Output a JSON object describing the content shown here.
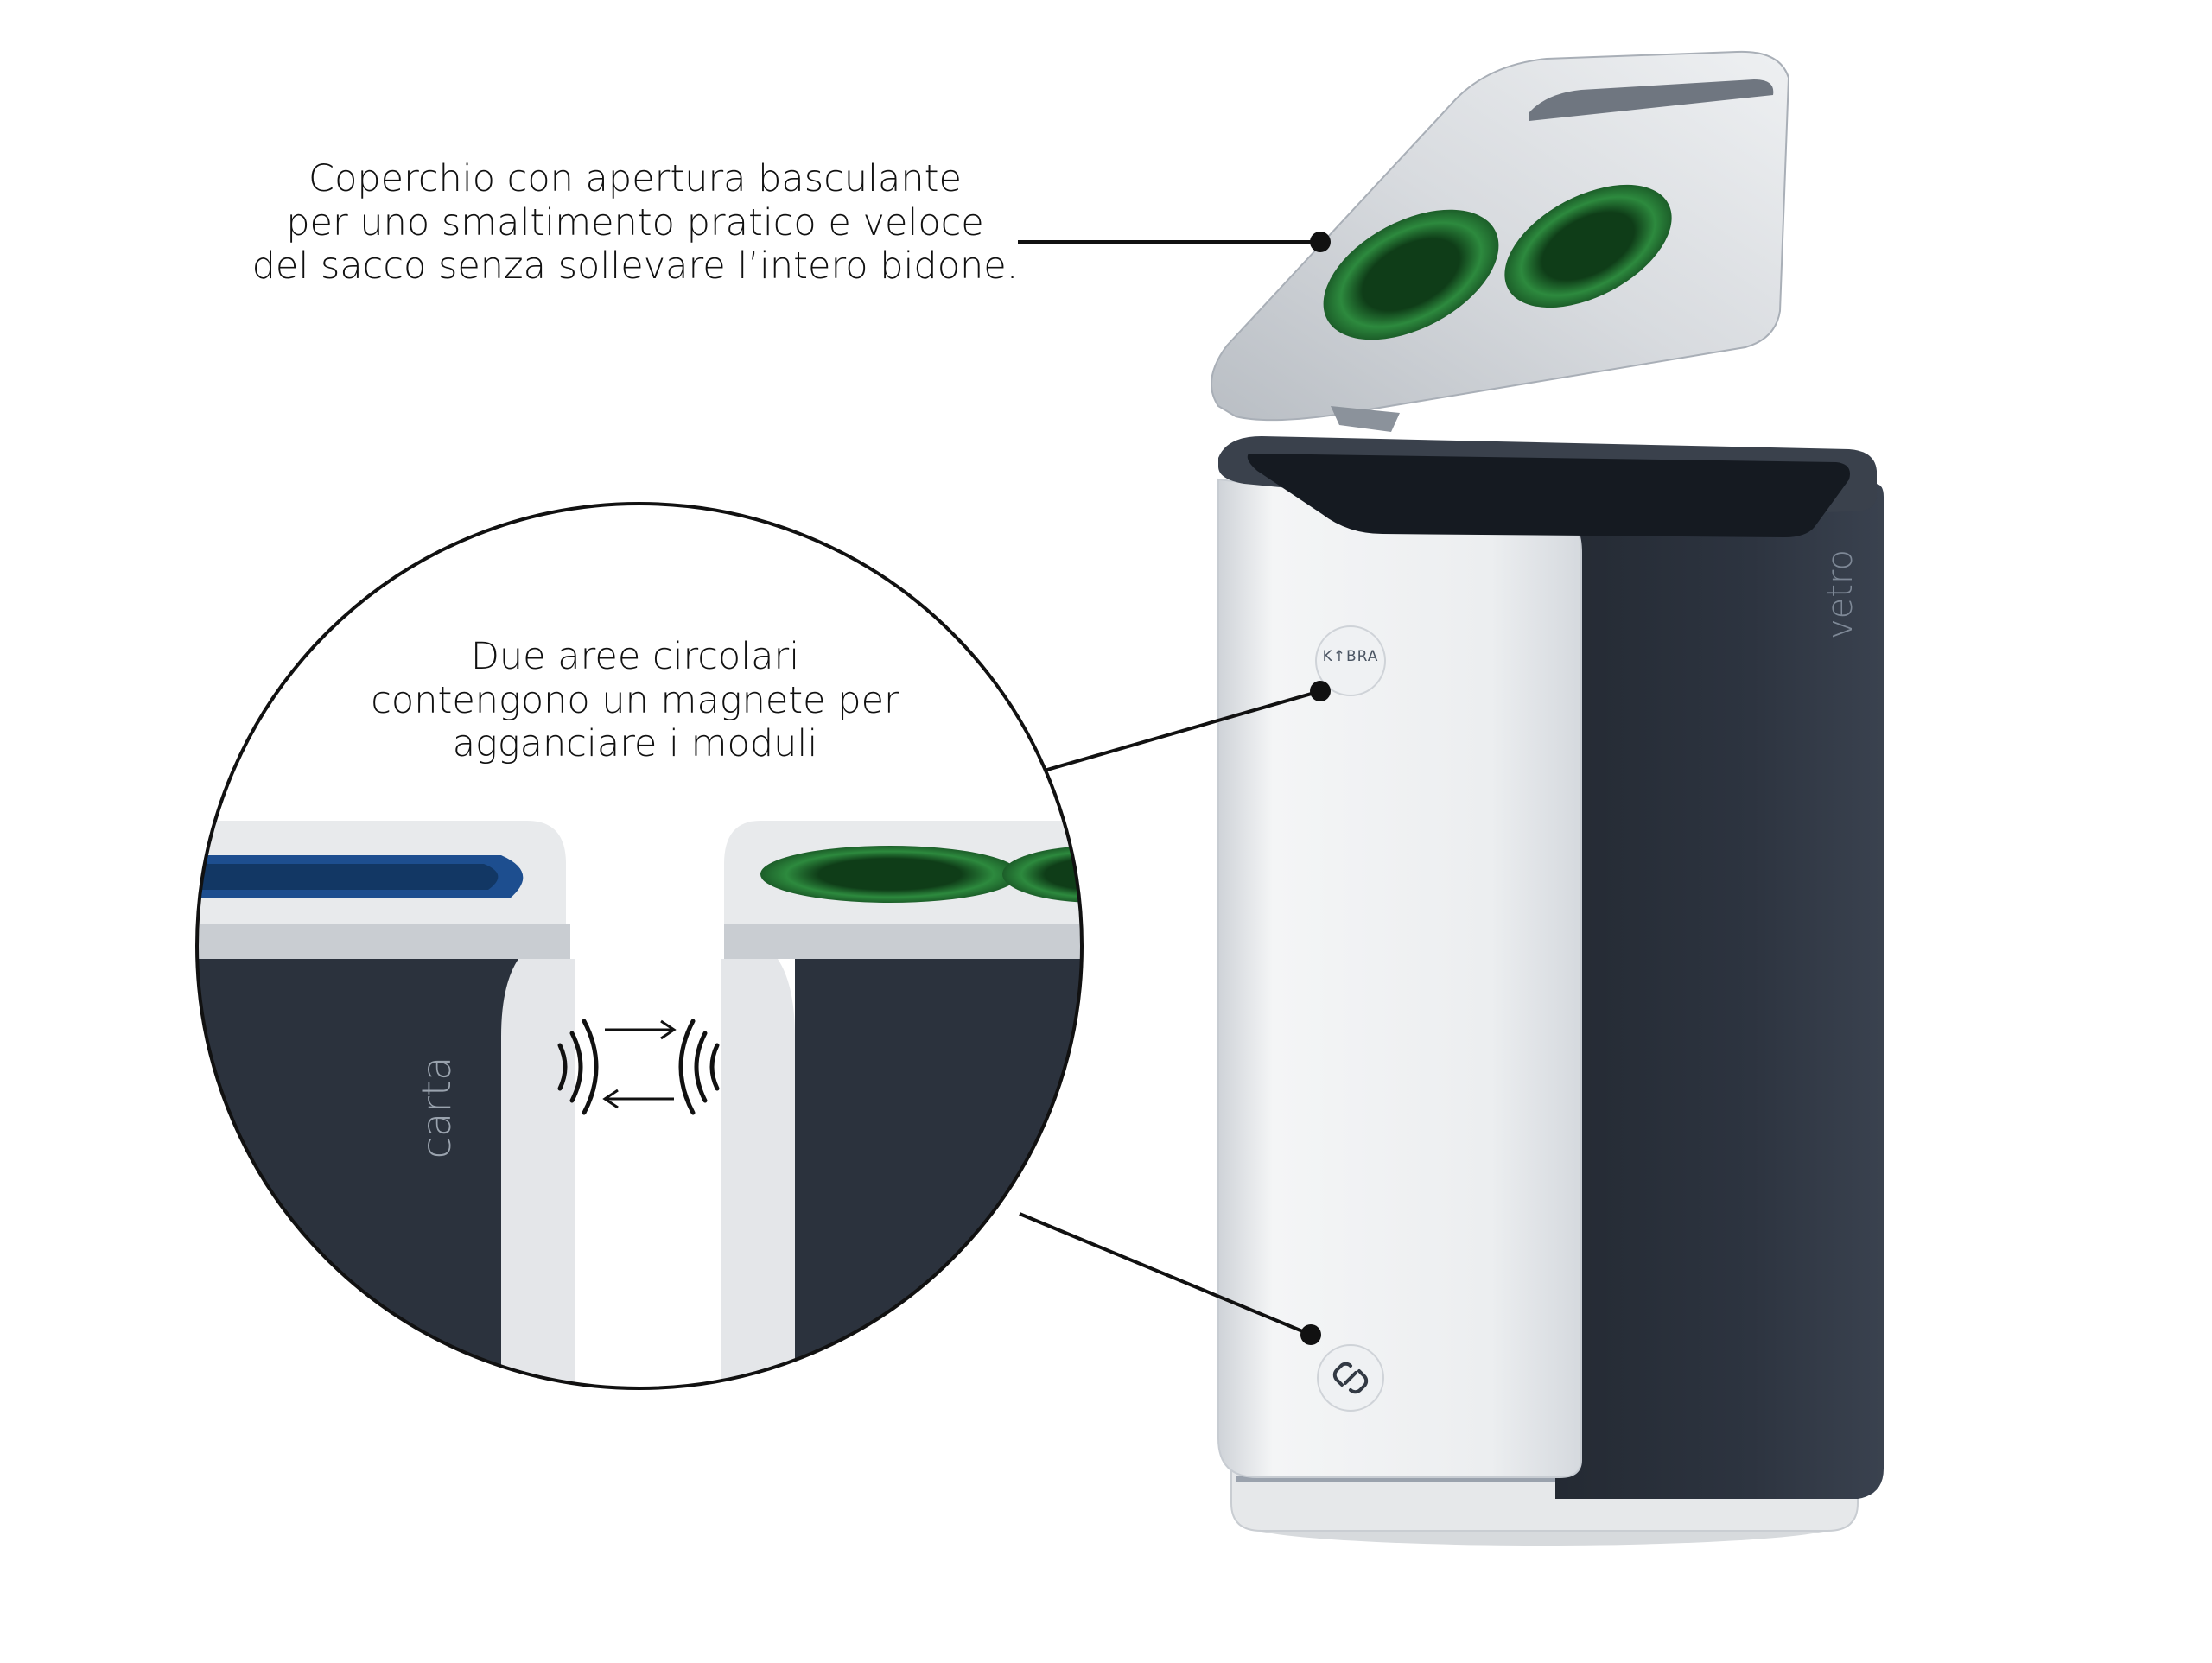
{
  "callouts": {
    "lid": {
      "lines": [
        "Coperchio con apertura basculante",
        "per uno smaltimento pratico e veloce",
        "del sacco senza sollevare l’intero bidone."
      ]
    },
    "magnet": {
      "lines": [
        "Due aree circolari",
        "contengono un magnete per",
        "agganciare i moduli"
      ]
    }
  },
  "labels": {
    "left_module": "carta",
    "main_bin": "vetro",
    "brand_logo": "K↑BRA"
  },
  "icons": {
    "magnet_waves": "magnetic-field-icon",
    "arrow_right": "arrow-right-icon",
    "arrow_left": "arrow-left-icon",
    "link": "link-chain-icon"
  },
  "colors": {
    "bin_dark": "#2b323d",
    "bin_white": "#e9ebed",
    "glass_green": "#1f6b2c",
    "paper_blue": "#1d4e8f"
  }
}
